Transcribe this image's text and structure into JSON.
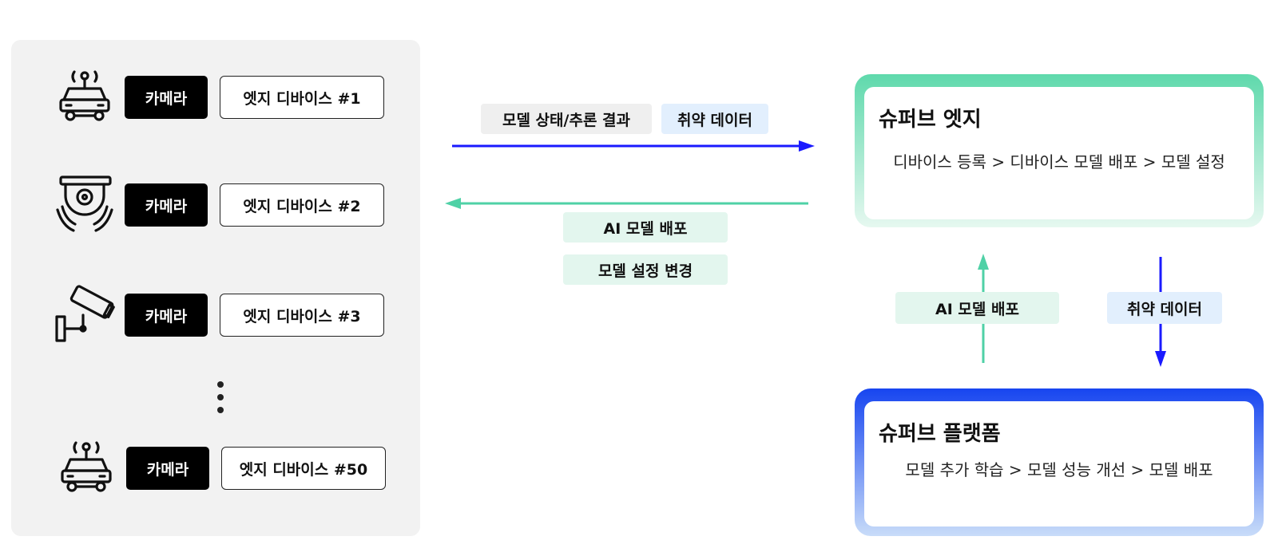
{
  "devices": [
    {
      "icon": "vehicle-robot-icon",
      "camera": "카메라",
      "name": "엣지 디바이스 #1"
    },
    {
      "icon": "dome-camera-icon",
      "camera": "카메라",
      "name": "엣지 디바이스 #2"
    },
    {
      "icon": "cctv-camera-icon",
      "camera": "카메라",
      "name": "엣지 디바이스 #3"
    },
    {
      "icon": "vehicle-robot-icon",
      "camera": "카메라",
      "name": "엣지 디바이스 #50"
    }
  ],
  "top_flow": {
    "label_status": "모델 상태/추론 결과",
    "label_vuln": "취약 데이터",
    "color": "#1a1aff"
  },
  "return_flow": {
    "label_deploy": "AI 모델 배포",
    "label_config": "모델 설정 변경",
    "color": "#4fd1a6"
  },
  "vertical_flow": {
    "label_up": "AI 모델 배포",
    "label_down": "취약 데이터"
  },
  "edge_card": {
    "title": "슈퍼브 엣지",
    "description": "디바이스 등록 > 디바이스 모델 배포 >  모델 설정",
    "accent": "#5fd9ac"
  },
  "platform_card": {
    "title": "슈퍼브 플랫폼",
    "description": "모델 추가 학습 > 모델 성능 개선 > 모델 배포",
    "accent": "#1745f0"
  }
}
